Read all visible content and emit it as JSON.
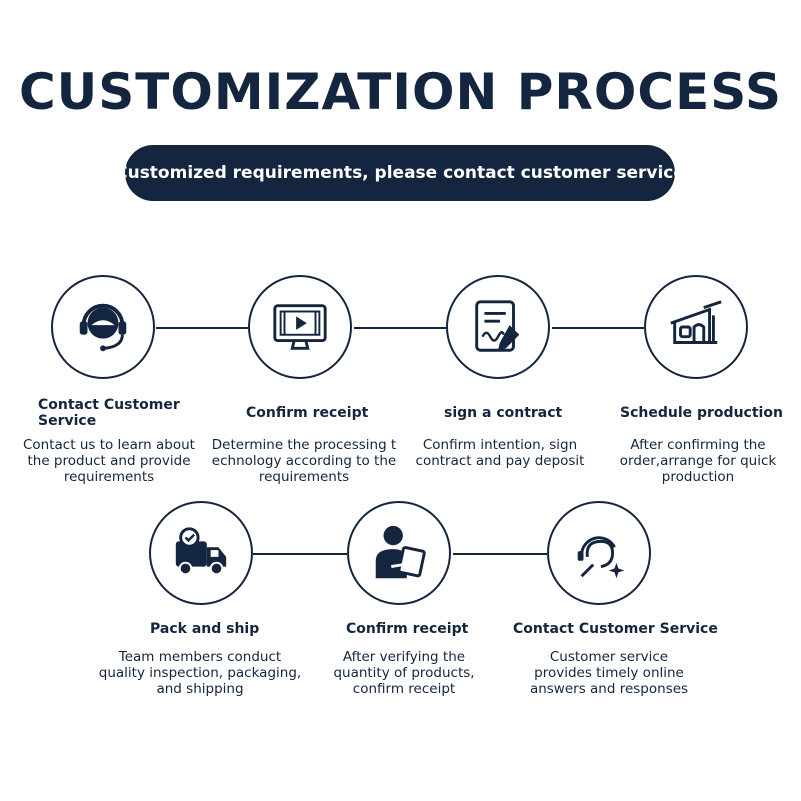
{
  "header": {
    "title": "CUSTOMIZATION PROCESS",
    "banner": "Customized requirements, please contact customer service"
  },
  "colors": {
    "primary": "#14263f",
    "background": "#ffffff"
  },
  "steps": [
    {
      "icon": "headset-agent-icon",
      "title": "Contact Customer\nService",
      "desc": "Contact us to learn about\nthe product and provide\nrequirements"
    },
    {
      "icon": "monitor-play-icon",
      "title": "Confirm receipt",
      "desc": "Determine the processing t\nechnology according to the\nrequirements"
    },
    {
      "icon": "contract-pen-icon",
      "title": "sign a contract",
      "desc": "Confirm intention, sign\ncontract and pay deposit"
    },
    {
      "icon": "factory-icon",
      "title": "Schedule production",
      "desc": "After confirming the\norder,arrange for quick\nproduction"
    },
    {
      "icon": "delivery-truck-icon",
      "title": "Pack and ship",
      "desc": "Team members conduct\nquality inspection, packaging,\nand shipping"
    },
    {
      "icon": "person-tablet-icon",
      "title": "Confirm receipt",
      "desc": "After verifying the\nquantity of products,\nconfirm receipt"
    },
    {
      "icon": "support-agent-sparkle-icon",
      "title": "Contact Customer Service",
      "desc": "Customer service\nprovides timely online\nanswers and responses"
    }
  ]
}
